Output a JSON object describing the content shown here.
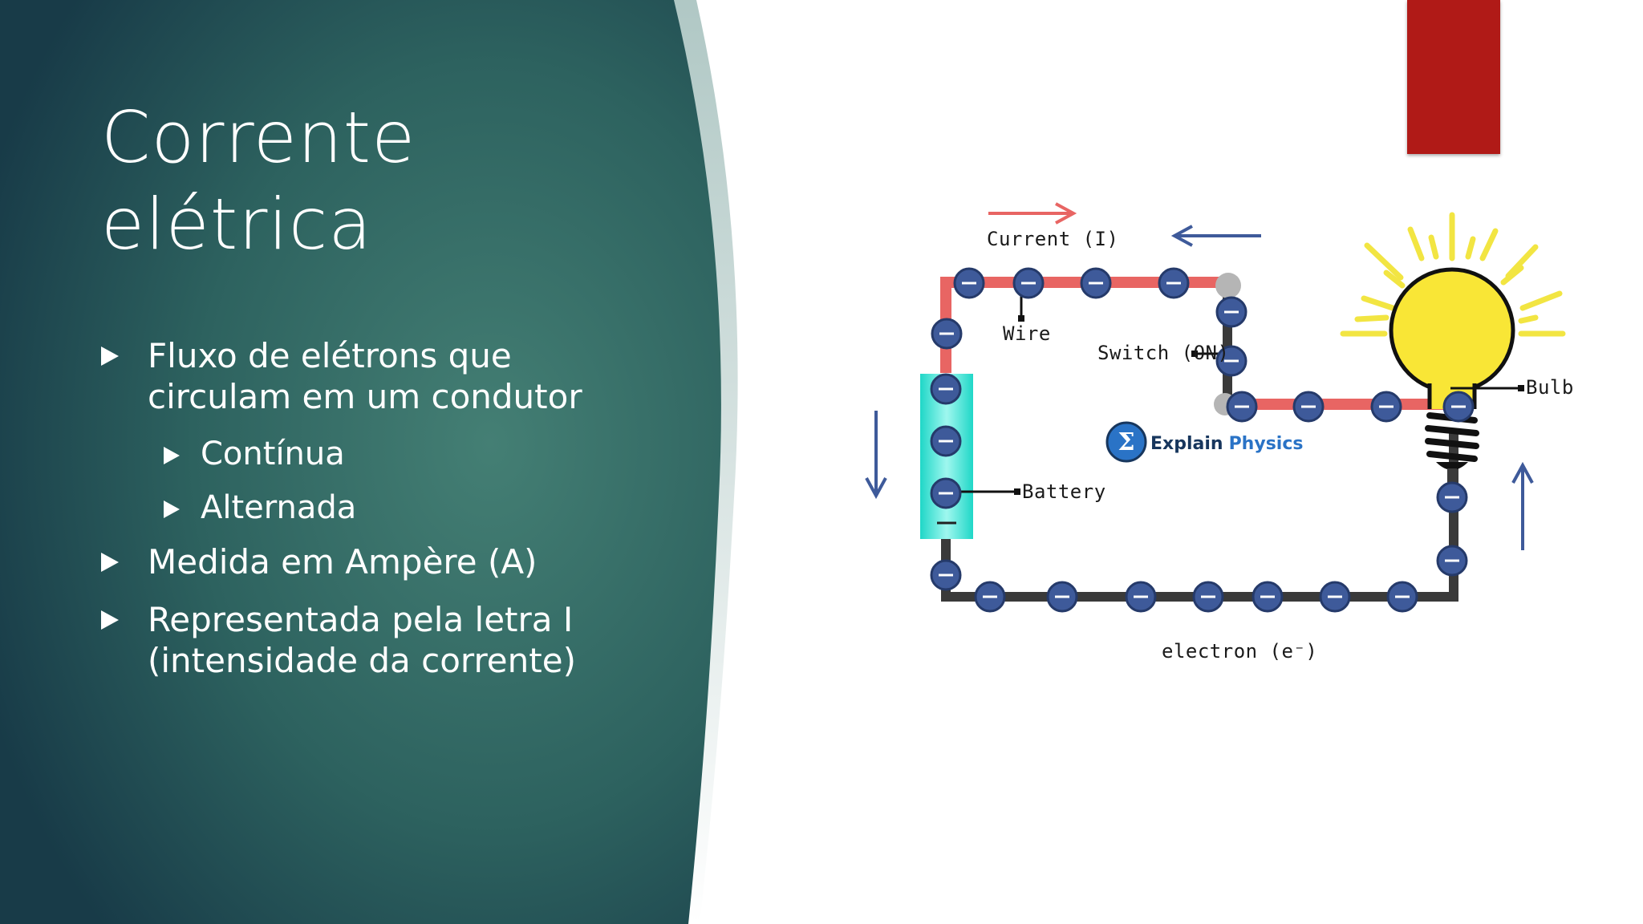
{
  "slide": {
    "title_line1": "Corrente",
    "title_line2": "elétrica",
    "bullets": [
      {
        "text1": "Fluxo de elétrons que",
        "text2": "circulam em um condutor"
      },
      {
        "text": "Contínua"
      },
      {
        "text": "Alternada"
      },
      {
        "text": "Medida em Ampère (A)"
      },
      {
        "text1": "Representada pela letra I",
        "text2": "(intensidade da corrente)"
      }
    ]
  },
  "diagram": {
    "labels": {
      "current": "Current (I)",
      "wire": "Wire",
      "switch": "Switch (ON)",
      "bulb": "Bulb",
      "battery": "Battery",
      "electron": "electron (e⁻)",
      "brand_part1": "Explain",
      "brand_part2": "Physics"
    },
    "icons": [
      "right-arrow-icon",
      "left-arrow-icon",
      "down-arrow-icon",
      "up-arrow-icon",
      "light-bulb-icon",
      "battery-icon",
      "electron-icon",
      "sigma-logo-icon"
    ]
  },
  "colors": {
    "panel_dark": "#1b3f4c",
    "panel_mid": "#3d7c73",
    "accent_red": "#b01a17",
    "wire_red": "#e85f5c",
    "wire_dark": "#3a3a3a",
    "electron_blue": "#3e5a9a",
    "battery_cyan": "#27e3d3",
    "bulb_yellow": "#f9e636"
  }
}
